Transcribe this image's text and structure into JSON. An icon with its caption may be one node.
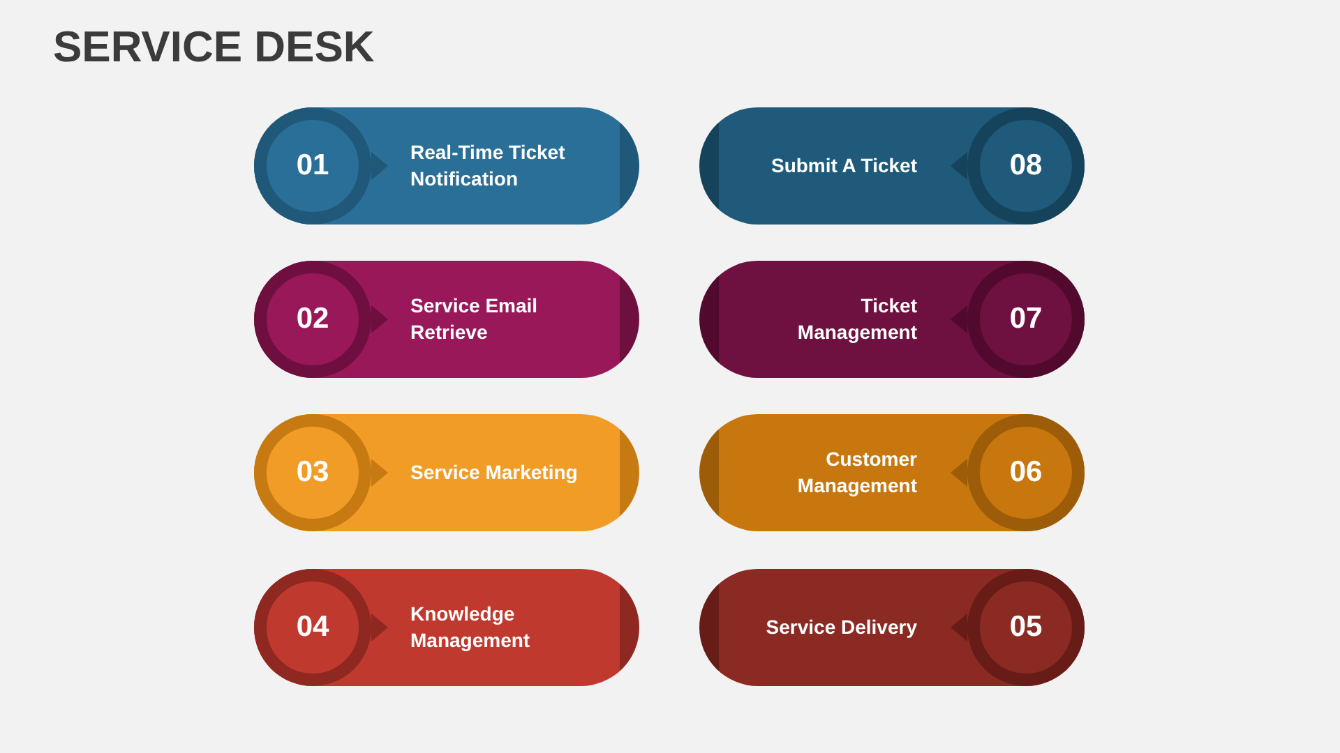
{
  "diagram": {
    "title": "SERVICE DESK",
    "nodes": [
      {
        "text": [
          "Real-Time Ticket Notification"
        ]
      },
      {
        "text": [
          "01"
        ],
        "in": 0
      },
      {
        "text": [
          "Service Email Retrieve"
        ]
      },
      {
        "text": [
          "02"
        ],
        "in": 2
      },
      {
        "text": [
          "Service Marketing"
        ]
      },
      {
        "text": [
          "03"
        ],
        "in": 4
      },
      {
        "text": [
          "Knowledge Management"
        ]
      },
      {
        "text": [
          "04"
        ],
        "in": 6
      },
      {
        "text": [
          "Submit A Ticket"
        ]
      },
      {
        "text": [
          "08"
        ],
        "in": 8
      },
      {
        "text": [
          "Ticket Management"
        ]
      },
      {
        "text": [
          "07"
        ],
        "in": 10
      },
      {
        "text": [
          "Customer Management"
        ]
      },
      {
        "text": [
          "06"
        ],
        "in": 12
      },
      {
        "text": [
          "Service Delivery"
        ]
      },
      {
        "text": [
          "05"
        ],
        "in": 14
      }
    ]
  }
}
